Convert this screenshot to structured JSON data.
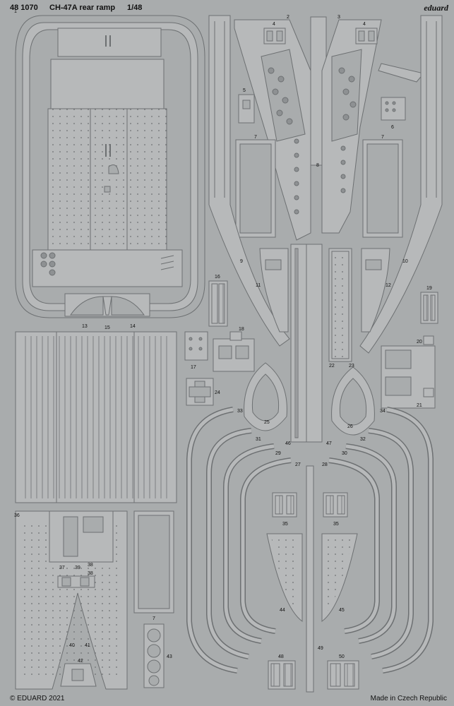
{
  "header": {
    "code": "48 1070",
    "title": "CH-47A rear ramp",
    "scale": "1/48",
    "brand": "eduard"
  },
  "footer": {
    "copyright": "© EDUARD 2021",
    "origin": "Made in Czech Republic"
  },
  "colors": {
    "fret": "#a9acad",
    "part": "#b7b9ba",
    "line": "#6d7072",
    "hole": "#8e9193"
  },
  "labels": [
    "1",
    "2",
    "3",
    "4",
    "4",
    "5",
    "6",
    "7",
    "7",
    "8",
    "9",
    "10",
    "11",
    "12",
    "13",
    "15",
    "14",
    "16",
    "17",
    "18",
    "19",
    "20",
    "21",
    "22",
    "23",
    "24",
    "25",
    "26",
    "27",
    "28",
    "29",
    "30",
    "31",
    "32",
    "33",
    "34",
    "35",
    "35",
    "36",
    "37",
    "38",
    "39",
    "38",
    "40",
    "41",
    "42",
    "43",
    "44",
    "45",
    "46",
    "47",
    "48",
    "49",
    "50",
    "7"
  ]
}
